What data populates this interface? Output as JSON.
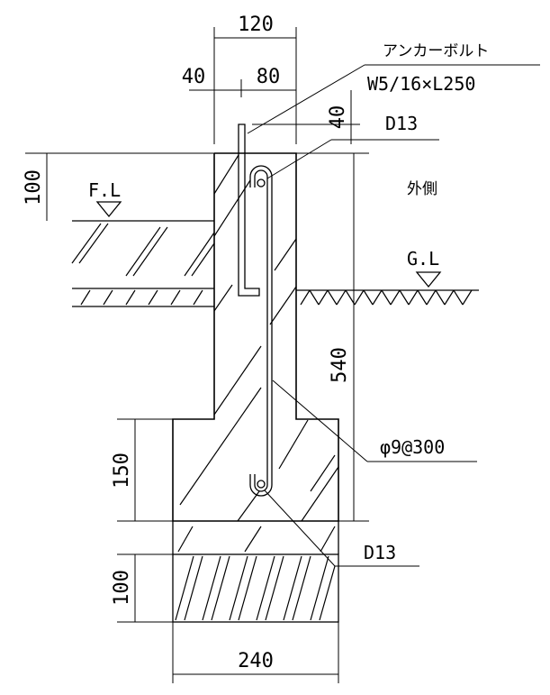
{
  "dimensions": {
    "stem_width": "120",
    "anchor_offset": "40",
    "anchor_to_face": "80",
    "anchor_projection": "40",
    "top_height": "100",
    "stem_height": "540",
    "footing_height": "150",
    "gravel_height": "100",
    "footing_width": "240"
  },
  "labels": {
    "anchor_bolt_title": "アンカーボルト",
    "anchor_bolt_spec": "W5/16×L250",
    "rebar_top": "D13",
    "rebar_bottom": "D13",
    "rebar_vertical": "φ9@300",
    "floor_level": "F.L",
    "ground_level": "G.L",
    "exterior_side": "外側"
  }
}
